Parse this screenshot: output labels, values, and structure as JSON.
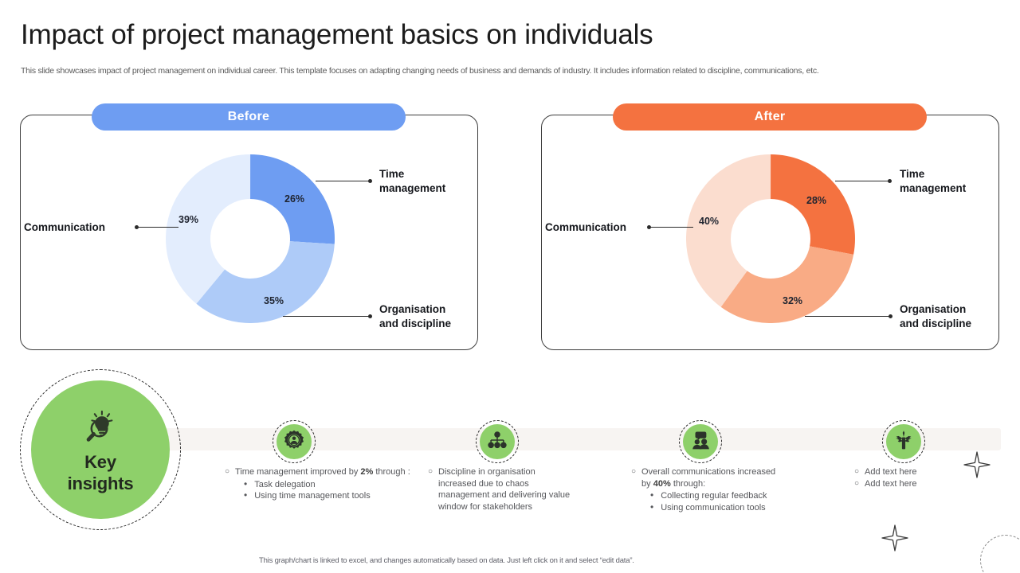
{
  "header": {
    "title": "Impact of project management basics on individuals",
    "subtitle": "This slide showcases impact of project management on individual career. This template focuses on adapting changing needs of business and demands of industry. It includes information related to discipline, communications, etc."
  },
  "panels": {
    "before": {
      "pill_label": "Before"
    },
    "after": {
      "pill_label": "After"
    }
  },
  "labels": {
    "time_management": "Time\nmanagement",
    "time_management_l1": "Time",
    "time_management_l2": "management",
    "communication": "Communication",
    "organisation_l1": "Organisation",
    "organisation_l2": "and discipline"
  },
  "chart_data": [
    {
      "type": "pie",
      "title": "Before",
      "variant": "donut",
      "categories": [
        "Time management",
        "Organisation and discipline",
        "Communication"
      ],
      "values": [
        26,
        35,
        39
      ],
      "value_labels": [
        "26%",
        "35%",
        "39%"
      ],
      "colors": [
        "#6e9df2",
        "#aecbf8",
        "#e3edfd"
      ],
      "legend": "callout-labels",
      "units": "%"
    },
    {
      "type": "pie",
      "title": "After",
      "variant": "donut",
      "categories": [
        "Time management",
        "Organisation and discipline",
        "Communication"
      ],
      "values": [
        28,
        32,
        40
      ],
      "value_labels": [
        "28%",
        "32%",
        "40%"
      ],
      "colors": [
        "#f47240",
        "#f9ab85",
        "#fbddcf"
      ],
      "legend": "callout-labels",
      "units": "%"
    }
  ],
  "key_insights": {
    "badge_label_line1": "Key",
    "badge_label_line2": "insights",
    "badge_icon": "lightbulb-magnifier-icon",
    "columns": [
      {
        "icon": "gear-person-icon",
        "bullet": "Time management improved by 2% through :",
        "bullet_pre": "Time management improved by ",
        "bullet_bold": "2%",
        "bullet_post": " through :",
        "sub_bullets": [
          "Task delegation",
          "Using time management tools"
        ]
      },
      {
        "icon": "org-chart-icon",
        "bullet": "Discipline in organisation increased due to chaos management and delivering value window for stakeholders",
        "bullet_pre": "Discipline in organisation increased due to chaos management and delivering value window for stakeholders",
        "bullet_bold": "",
        "bullet_post": "",
        "sub_bullets": []
      },
      {
        "icon": "people-chat-icon",
        "bullet": "Overall communications increased by 40% through:",
        "bullet_pre": "Overall communications increased by ",
        "bullet_bold": "40%",
        "bullet_post": " through:",
        "sub_bullets": [
          "Collecting regular feedback",
          "Using communication tools"
        ]
      },
      {
        "icon": "plant-growth-icon",
        "bullet": "Add text here",
        "bullet_pre": "Add text here",
        "bullet_bold": "",
        "bullet_post": "",
        "sub_bullets": [],
        "extra_bullets": [
          "Add text here"
        ]
      }
    ]
  },
  "footer": {
    "note": "This graph/chart is linked to excel, and changes automatically based on data. Just left click on it and select “edit data”."
  },
  "colors": {
    "before_accent": "#6e9df2",
    "after_accent": "#f47240",
    "key_green": "#8ed06a",
    "band": "#f7f4f2",
    "text_dark": "#1c1c1c",
    "text_muted": "#55565a"
  },
  "decorations": {
    "sparkle_1": "four-point-star-icon",
    "sparkle_2": "four-point-star-icon",
    "arc": "dashed-circle-decoration"
  }
}
